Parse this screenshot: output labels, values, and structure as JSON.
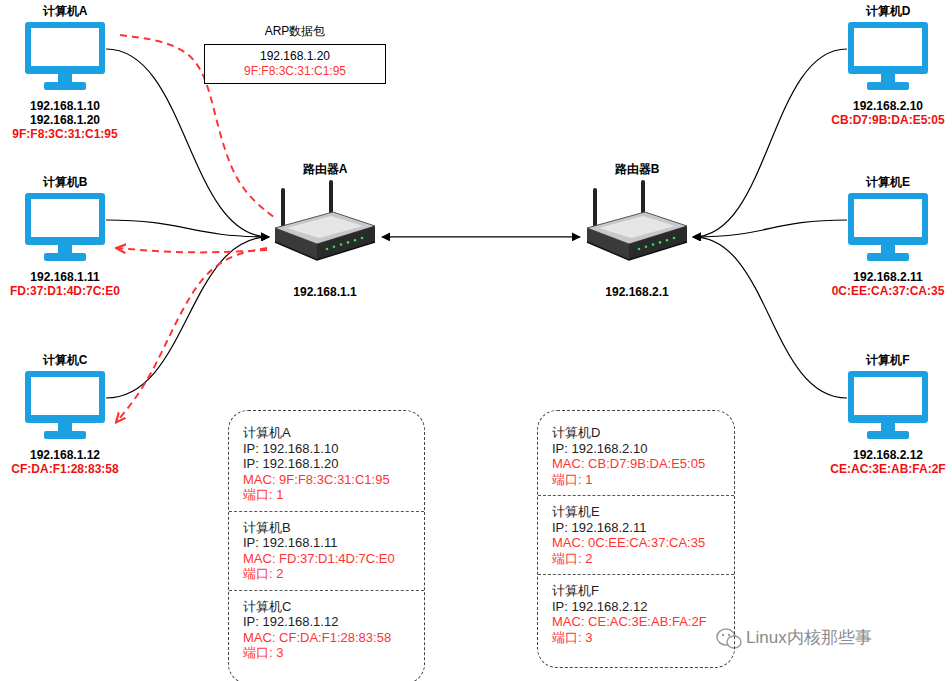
{
  "diagram": {
    "nodes": [
      {
        "text": [
          "计算机A",
          "192.168.1.10",
          "192.168.1.20",
          "9F:F8:3C:31:C1:95"
        ]
      },
      {
        "text": [
          "计算机B",
          "192.168.1.11",
          "FD:37:D1:4D:7C:E0"
        ]
      },
      {
        "text": [
          "计算机C",
          "192.168.1.12",
          "CF:DA:F1:28:83:58"
        ]
      },
      {
        "text": [
          "计算机D",
          "192.168.2.10",
          "CB:D7:9B:DA:E5:05"
        ]
      },
      {
        "text": [
          "计算机E",
          "192.168.2.11",
          "0C:EE:CA:37:CA:35"
        ]
      },
      {
        "text": [
          "计算机F",
          "192.168.2.12",
          "CE:AC:3E:AB:FA:2F"
        ]
      },
      {
        "text": [
          "路由器A",
          "192.168.1.1"
        ]
      },
      {
        "text": [
          "路由器B",
          "192.168.2.1"
        ]
      },
      {
        "text": [
          "ARP数据包",
          "192.168.1.20",
          "9F:F8:3C:31:C1:95"
        ]
      },
      {
        "text": []
      },
      {
        "text": [
          "计算机A",
          "IP: 192.168.1.10",
          "IP: 192.168.1.20",
          "MAC: 9F:F8:3C:31:C1:95",
          "端口: 1"
        ],
        "in": 9
      },
      {
        "text": [
          "计算机B",
          "IP: 192.168.1.11",
          "MAC: FD:37:D1:4D:7C:E0",
          "端口: 2"
        ],
        "in": 9
      },
      {
        "text": [
          "计算机C",
          "IP: 192.168.1.12",
          "MAC: CF:DA:F1:28:83:58",
          "端口: 3"
        ],
        "in": 9
      },
      {
        "text": []
      },
      {
        "text": [
          "计算机D",
          "IP: 192.168.2.10",
          "MAC: CB:D7:9B:DA:E5:05",
          "端口: 1"
        ],
        "in": 13
      },
      {
        "text": [
          "计算机E",
          "IP: 192.168.2.11",
          "MAC: 0C:EE:CA:37:CA:35",
          "端口: 2"
        ],
        "in": 13
      },
      {
        "text": [
          "计算机F",
          "IP: 192.168.2.12",
          "MAC: CE:AC:3E:AB:FA:2F",
          "端口: 3"
        ],
        "in": 13
      }
    ],
    "edges": [
      {
        "from": 0,
        "to": 6,
        "arrow": "to"
      },
      {
        "from": 1,
        "to": 6,
        "arrow": "to"
      },
      {
        "from": 2,
        "to": 6,
        "arrow": "to"
      },
      {
        "from": 6,
        "to": 7,
        "arrow": "both"
      },
      {
        "from": 3,
        "to": 7,
        "arrow": "to"
      },
      {
        "from": 4,
        "to": 7,
        "arrow": "to"
      },
      {
        "from": 5,
        "to": 7,
        "arrow": "to"
      },
      {
        "from": 0,
        "to": 6,
        "arrow": "none"
      },
      {
        "from": 6,
        "to": 1,
        "arrow": "to"
      },
      {
        "from": 6,
        "to": 2,
        "arrow": "to"
      }
    ],
    "labels": [
      "Linux内核那些事"
    ]
  }
}
